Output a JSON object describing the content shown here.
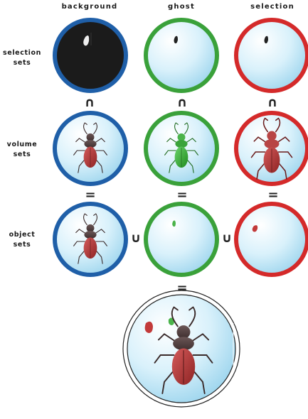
{
  "columns": {
    "background": "background",
    "ghost": "ghost",
    "selection": "selection"
  },
  "rows": {
    "selection_sets": [
      "selection",
      "sets"
    ],
    "volume_sets": [
      "volume",
      "sets"
    ],
    "object_sets": [
      "object",
      "sets"
    ]
  },
  "symbols": {
    "intersection": "∩",
    "equals": "=",
    "union": "∪"
  },
  "colors": {
    "background_ring": "#1f5fa8",
    "ghost_ring": "#3aa13a",
    "selection_ring": "#d42a2a",
    "lens_fill_light": "#f4fbff",
    "lens_fill_dark": "#a9dcf0",
    "beetle_red": "#b83a3a",
    "beetle_green": "#3db33d",
    "selection_black": "#1b1b1b"
  }
}
